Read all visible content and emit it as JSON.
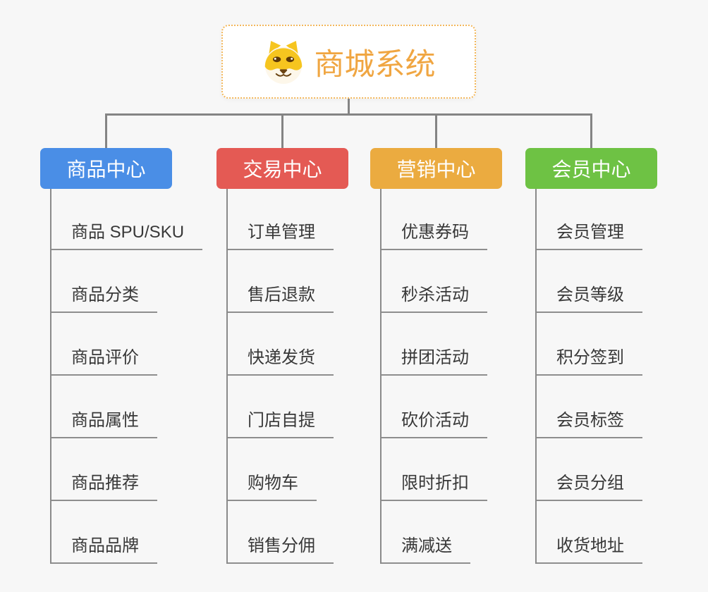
{
  "page": {
    "background": "#f7f7f7"
  },
  "root": {
    "title": "商城系统",
    "icon": "dog-face-icon",
    "title_color": "#f0a642",
    "border_color": "#f3b85c"
  },
  "connector_color": "#848484",
  "branches": [
    {
      "label": "商品中心",
      "color": "#4a8ee6",
      "children": [
        "商品 SPU/SKU",
        "商品分类",
        "商品评价",
        "商品属性",
        "商品推荐",
        "商品品牌"
      ]
    },
    {
      "label": "交易中心",
      "color": "#e45a54",
      "children": [
        "订单管理",
        "售后退款",
        "快递发货",
        "门店自提",
        "购物车",
        "销售分佣"
      ]
    },
    {
      "label": "营销中心",
      "color": "#ebab40",
      "children": [
        "优惠券码",
        "秒杀活动",
        "拼团活动",
        "砍价活动",
        "限时折扣",
        "满减送"
      ]
    },
    {
      "label": "会员中心",
      "color": "#6ec244",
      "children": [
        "会员管理",
        "会员等级",
        "积分签到",
        "会员标签",
        "会员分组",
        "收货地址"
      ]
    }
  ]
}
